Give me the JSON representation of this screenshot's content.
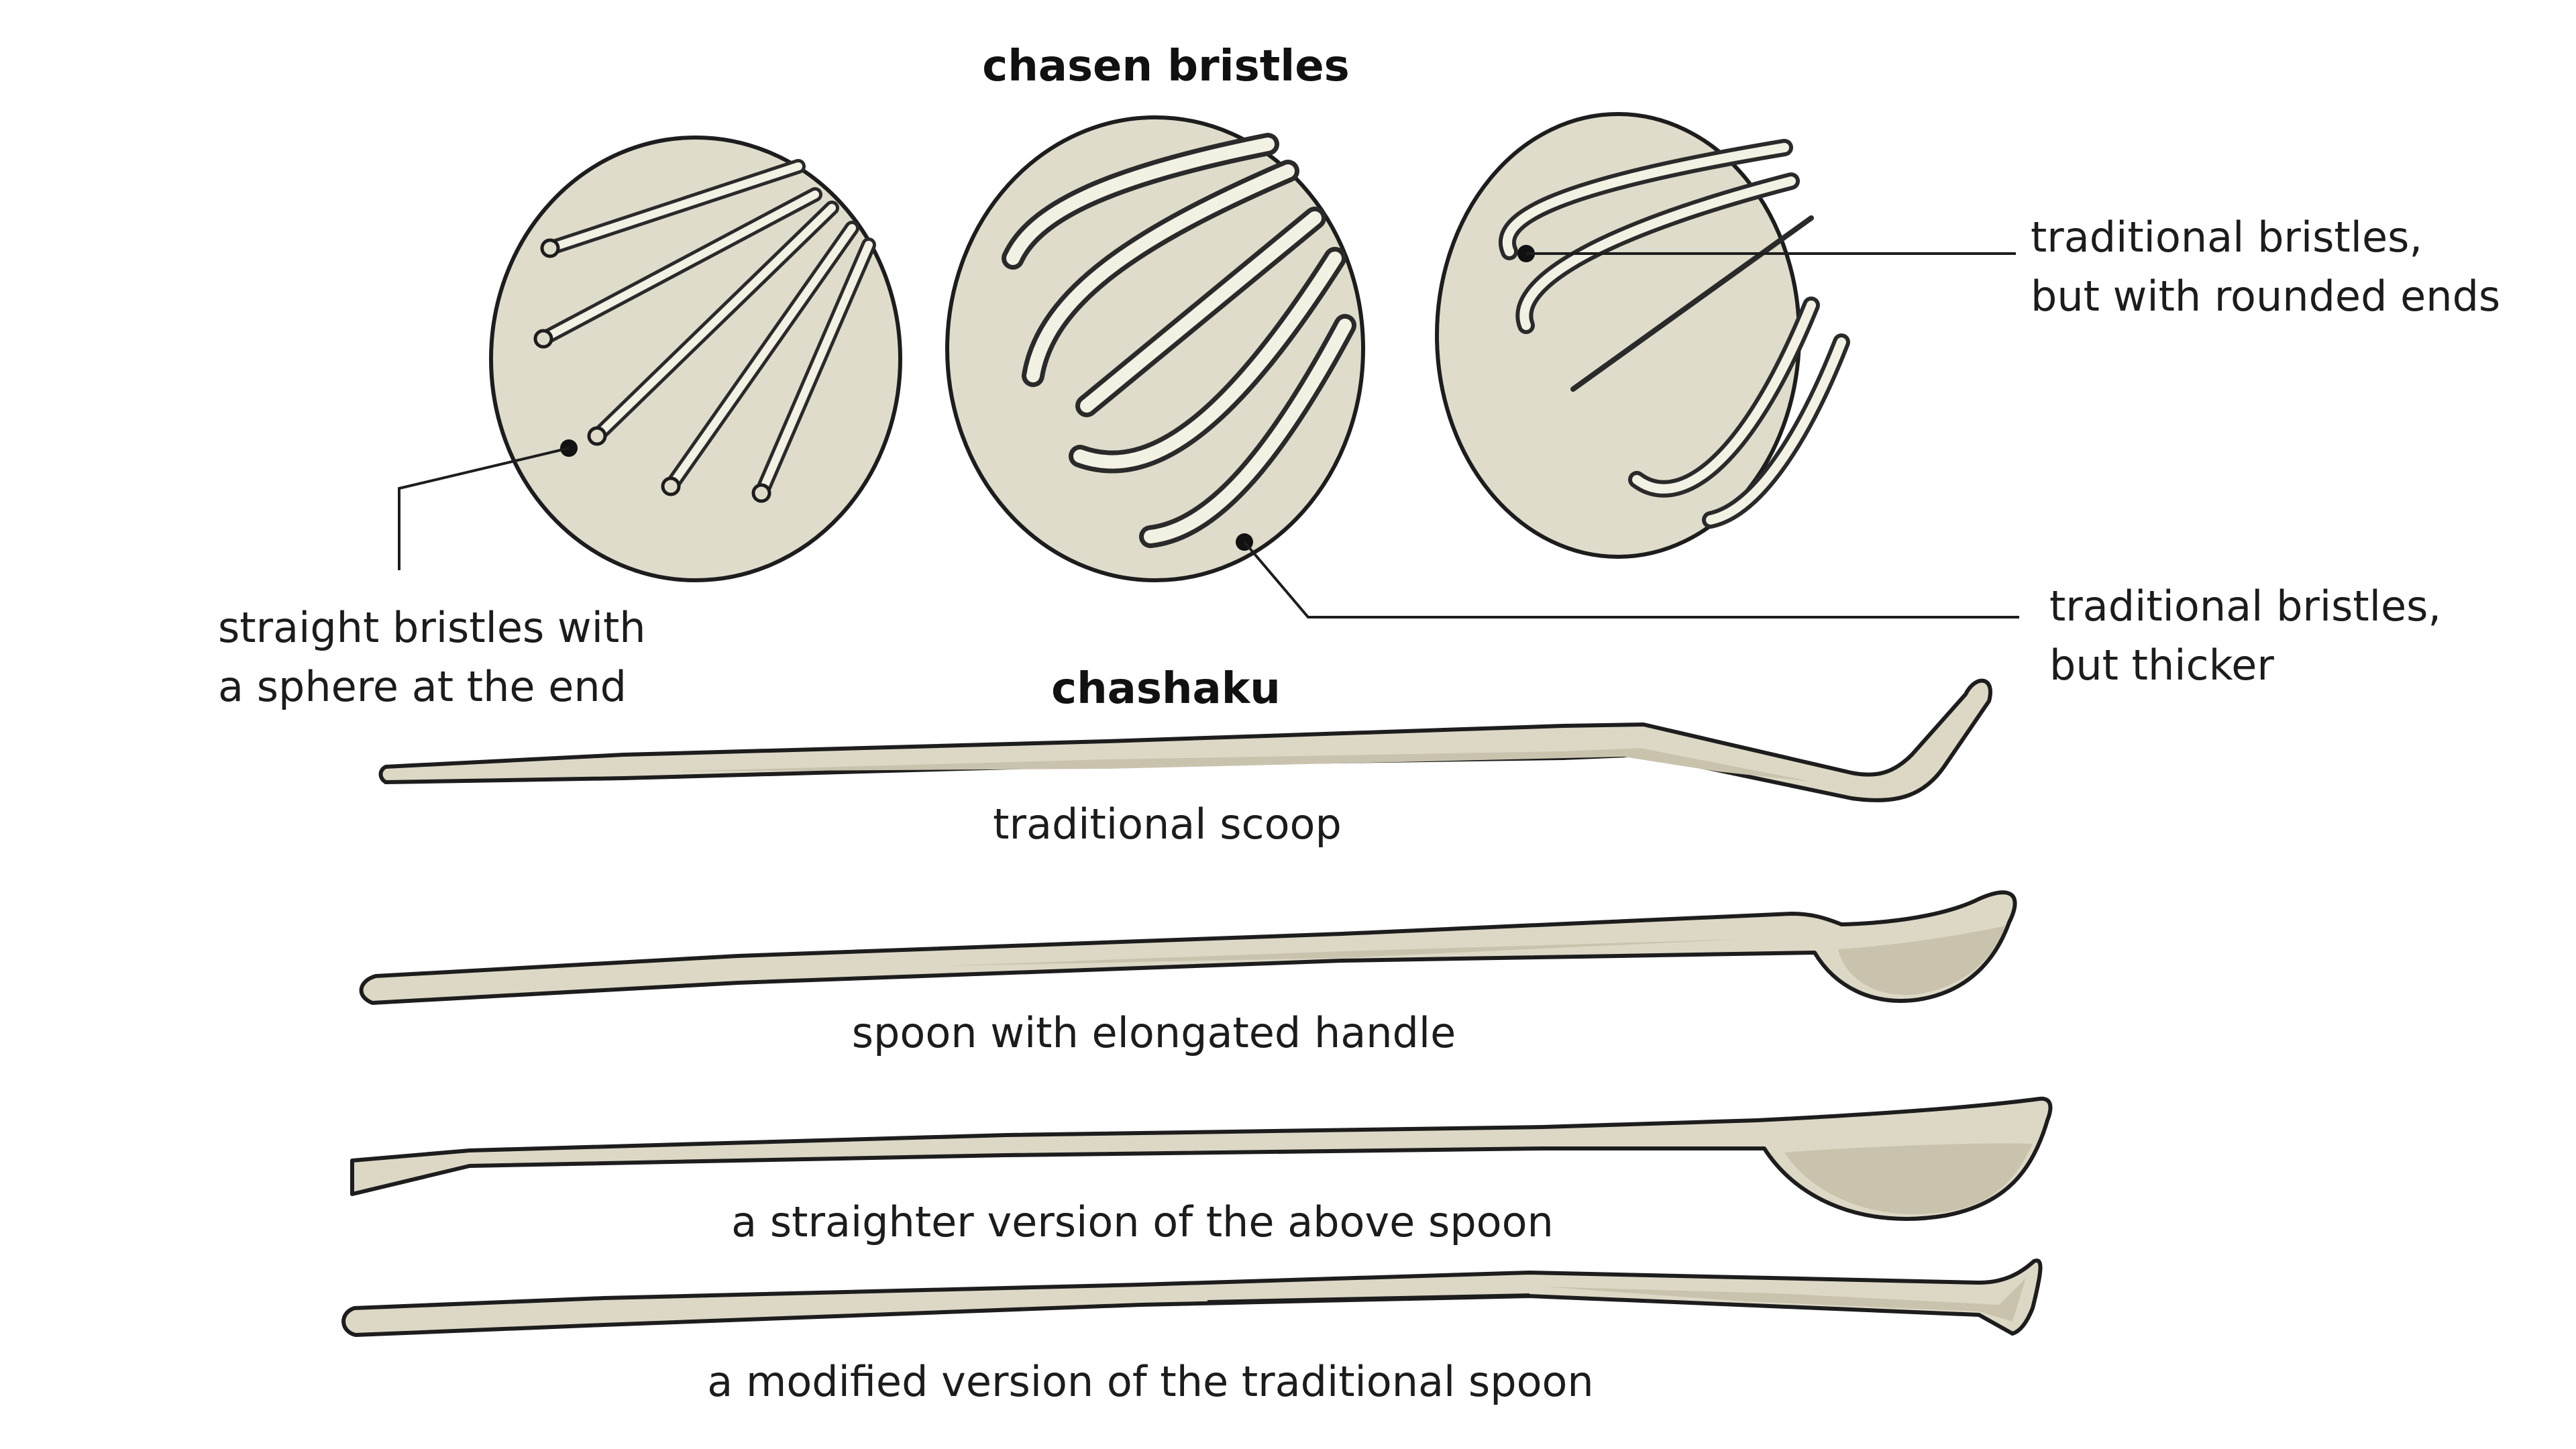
{
  "headings": {
    "chasen": "chasen bristles",
    "chashaku": "chashaku"
  },
  "bristles": [
    {
      "id": "sphere-end",
      "label_lines": [
        "straight bristles with",
        "a sphere at the end"
      ]
    },
    {
      "id": "thicker",
      "label_lines": [
        "traditional bristles,",
        "but thicker"
      ]
    },
    {
      "id": "rounded-ends",
      "label_lines": [
        "traditional bristles,",
        "but with rounded ends"
      ]
    }
  ],
  "scoops": [
    {
      "id": "traditional-scoop",
      "label": "traditional scoop"
    },
    {
      "id": "elongated-spoon",
      "label": "spoon with elongated handle"
    },
    {
      "id": "straighter-spoon",
      "label": "a straighter version of the above spoon"
    },
    {
      "id": "modified-spoon",
      "label": "a modified version of the traditional spoon"
    }
  ],
  "colors": {
    "fill": "#e0dccc",
    "outline": "#1d1d1d",
    "shade": "#c9c3ae"
  }
}
